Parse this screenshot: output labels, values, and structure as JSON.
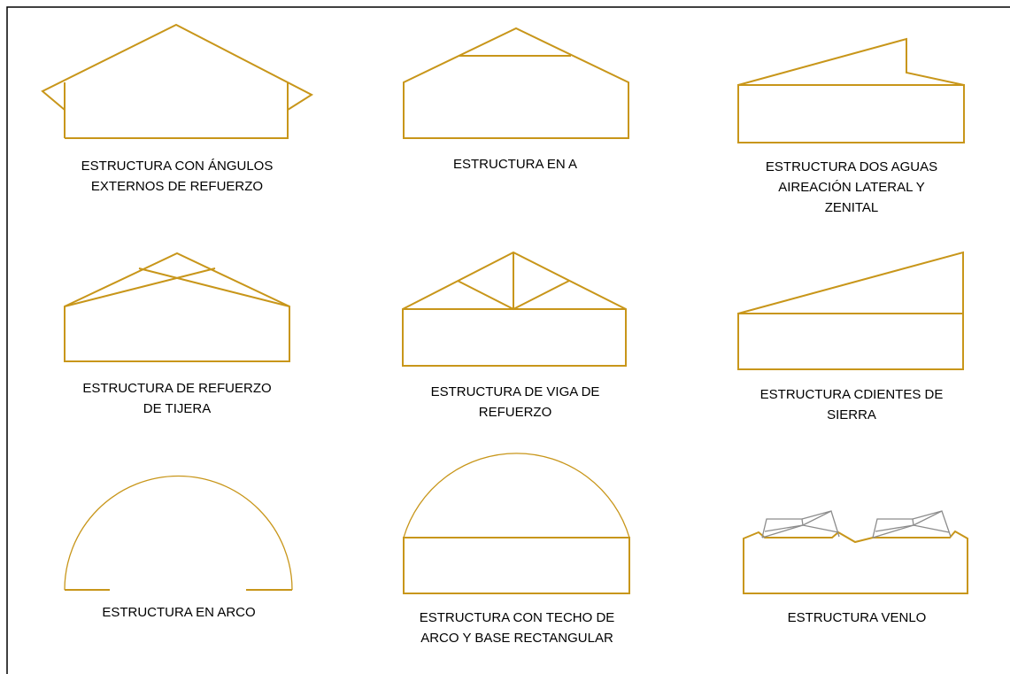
{
  "colors": {
    "structure": "#c8961a",
    "venlo_roof": "#8c8c8c",
    "frame": "#000000"
  },
  "captions": {
    "r1c1": "ESTRUCTURA CON ÁNGULOS\nEXTERNOS DE REFUERZO",
    "r1c2": "ESTRUCTURA EN A",
    "r1c3": "ESTRUCTURA DOS AGUAS\nAIREACIÓN LATERAL Y\nZENITAL",
    "r2c1": "ESTRUCTURA DE REFUERZO\nDE TIJERA",
    "r2c2": "ESTRUCTURA DE VIGA DE\nREFUERZO",
    "r2c3": "ESTRUCTURA CDIENTES DE\nSIERRA",
    "r3c1": "ESTRUCTURA EN ARCO",
    "r3c2": "ESTRUCTURA CON TECHO DE\nARCO Y BASE RECTANGULAR",
    "r3c3": "ESTRUCTURA VENLO"
  }
}
